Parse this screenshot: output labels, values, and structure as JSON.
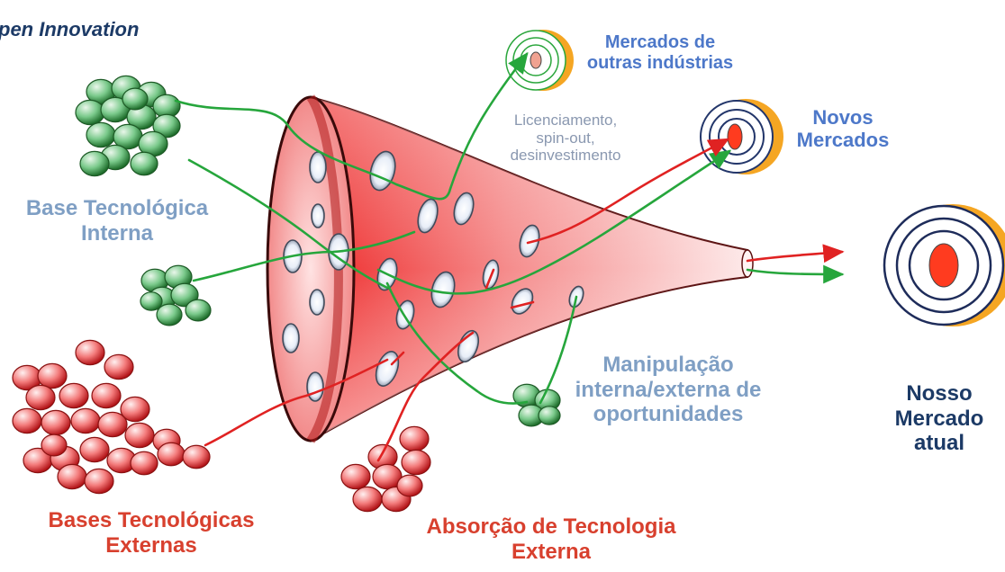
{
  "title": "pen Innovation",
  "labels": {
    "base_interna": "Base Tecnológica\nInterna",
    "bases_externas": "Bases Tecnológicas\nExternas",
    "absorcao": "Absorção de Tecnologia\nExterna",
    "manipulacao": "Manipulação\ninterna/externa de\noportunidades",
    "nosso_mercado": "Nosso\nMercado\natual",
    "novos_mercados": "Novos\nMercados",
    "outras_industrias": "Mercados de\noutras indústrias",
    "licenciamento": "Licenciamento,\nspin-out,\ndesinvestimento"
  },
  "colors": {
    "funnel": "#f03a3a",
    "tech_internal": "#3a9a4a",
    "tech_external": "#e03434",
    "target_orange": "#f5a623",
    "target_core": "#ff3b1f",
    "arrow_green": "#26a63c",
    "arrow_red": "#e02222"
  }
}
